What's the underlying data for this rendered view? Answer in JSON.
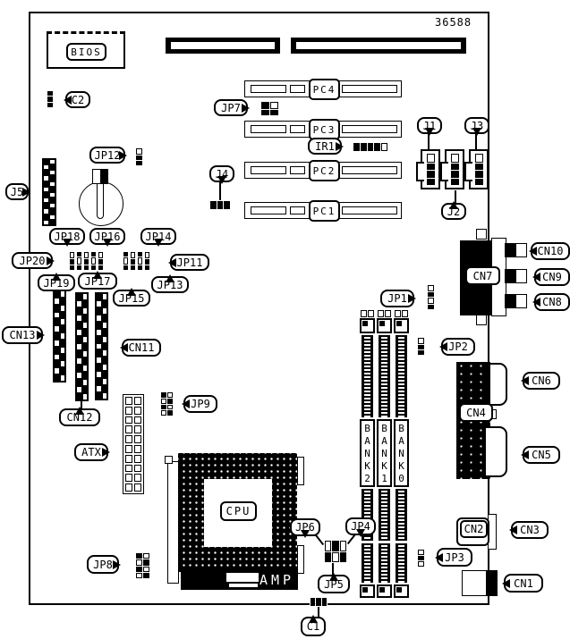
{
  "figure": {
    "part_number": "36588"
  },
  "labels": {
    "bios": "BIOS",
    "cpu": "CPU",
    "amp": "AMP",
    "atx": "ATX",
    "c1": "C1",
    "c2": "C2",
    "ir1": "IR1",
    "j1": "J1",
    "j2": "J2",
    "j3": "J3",
    "j4": "J4",
    "j5": "J5",
    "jp1": "JP1",
    "jp2": "JP2",
    "jp3": "JP3",
    "jp4": "JP4",
    "jp5": "JP5",
    "jp6": "JP6",
    "jp7": "JP7",
    "jp8": "JP8",
    "jp9": "JP9",
    "jp11": "JP11",
    "jp12": "JP12",
    "jp13": "JP13",
    "jp14": "JP14",
    "jp15": "JP15",
    "jp16": "JP16",
    "jp17": "JP17",
    "jp18": "JP18",
    "jp19": "JP19",
    "jp20": "JP20",
    "cn1": "CN1",
    "cn2": "CN2",
    "cn3": "CN3",
    "cn4": "CN4",
    "cn5": "CN5",
    "cn6": "CN6",
    "cn7": "CN7",
    "cn8": "CN8",
    "cn9": "CN9",
    "cn10": "CN10",
    "cn11": "CN11",
    "cn12": "CN12",
    "cn13": "CN13",
    "pc1": "PC1",
    "pc2": "PC2",
    "pc3": "PC3",
    "pc4": "PC4",
    "bank0": "BANK0",
    "bank1": "BANK1",
    "bank2": "BANK2"
  }
}
